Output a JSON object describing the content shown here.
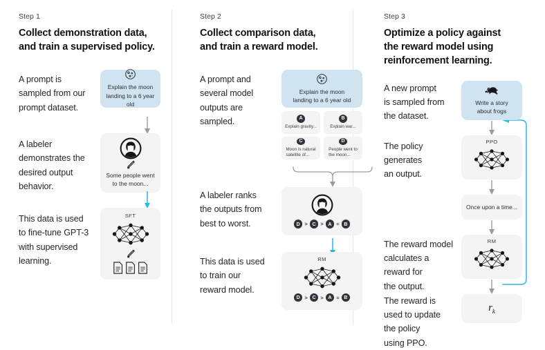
{
  "theme": {
    "background": "#ffffff",
    "card_gray": "#f4f4f5",
    "card_blue": "#cfe4f0",
    "badge_dark": "#32323c",
    "arrow_gray": "#9a9aa6",
    "arrow_blue": "#29b6f0",
    "divider": "#e6e6e6",
    "text": "#26262b"
  },
  "columns": [
    {
      "step_label": "Step 1",
      "title": "Collect demonstration data,\nand train a supervised policy.",
      "blocks": [
        {
          "prose": "A prompt is\nsampled from our\nprompt dataset.",
          "card": {
            "kind": "blue-prompt",
            "icon": "moon-icon",
            "text": "Explain the moon\nlanding to a 6 year old"
          }
        },
        {
          "prose": "A labeler\ndemonstrates the\ndesired output\nbehavior.",
          "card": {
            "kind": "labeler",
            "icon": "labeler-avatar-icon",
            "sub_icon": "pencil-icon",
            "text": "Some people went\nto the moon..."
          }
        },
        {
          "prose": "This data is used\nto fine-tune GPT-3\nwith supervised\nlearning.",
          "card": {
            "kind": "model",
            "caption": "SFT",
            "icon": "neural-network-icon",
            "sub_icon": "pencil-icon",
            "docs_icon": "documents-icon"
          }
        }
      ]
    },
    {
      "step_label": "Step 2",
      "title": "Collect comparison data,\nand train a reward model.",
      "blocks": [
        {
          "prose": "A prompt and\nseveral model\noutputs are\nsampled.",
          "card": {
            "kind": "blue-prompt",
            "icon": "moon-icon",
            "text": "Explain the moon\nlanding to a 6 year old"
          },
          "options": [
            {
              "badge": "A",
              "text": "Explain gravity..."
            },
            {
              "badge": "B",
              "text": "Explain war..."
            },
            {
              "badge": "C",
              "text": "Moon is natural\nsatellite of..."
            },
            {
              "badge": "D",
              "text": "People went to\nthe moon..."
            }
          ]
        },
        {
          "prose": "A labeler ranks\nthe outputs from\nbest to worst.",
          "card": {
            "kind": "ranking",
            "icon": "labeler-avatar-icon",
            "ranking": [
              "D",
              ">",
              "C",
              ">",
              "A",
              "=",
              "B"
            ]
          }
        },
        {
          "prose": "This data is used\nto train our\nreward model.",
          "card": {
            "kind": "model-ranking",
            "caption": "RM",
            "icon": "neural-network-icon",
            "ranking": [
              "D",
              ">",
              "C",
              ">",
              "A",
              "=",
              "B"
            ]
          }
        }
      ]
    },
    {
      "step_label": "Step 3",
      "title": "Optimize a policy against\nthe reward model using\nreinforcement learning.",
      "blocks": [
        {
          "prose": "A new prompt\nis sampled from\nthe dataset.",
          "card": {
            "kind": "blue-prompt",
            "icon": "frog-icon",
            "text": "Write a story\nabout frogs"
          }
        },
        {
          "prose": "The policy\ngenerates\nan output.",
          "card": {
            "kind": "model",
            "caption": "PPO",
            "icon": "neural-network-icon"
          }
        },
        {
          "prose": "",
          "card": {
            "kind": "plain-text",
            "text": "Once upon a time..."
          }
        },
        {
          "prose": "The reward model\ncalculates a\nreward for\nthe output.",
          "card": {
            "kind": "model",
            "caption": "RM",
            "icon": "neural-network-icon"
          }
        },
        {
          "prose": "The reward is\nused to update\nthe policy\nusing PPO.",
          "card": {
            "kind": "reward",
            "symbol": "r",
            "subscript": "k"
          }
        }
      ]
    }
  ]
}
